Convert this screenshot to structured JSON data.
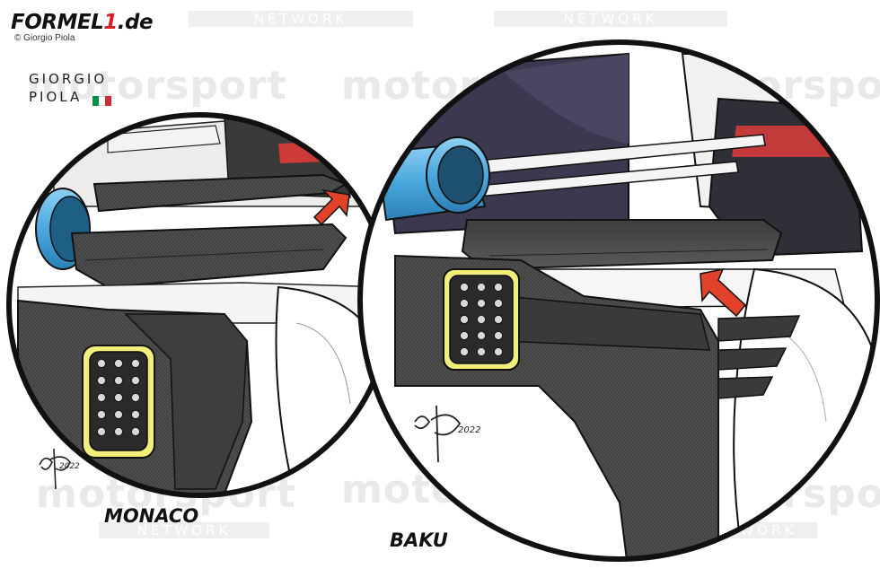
{
  "branding": {
    "brand_text": "FORMEL",
    "brand_digit": "1",
    "brand_suffix": ".de",
    "copyright": "© Giorgio Piola",
    "artist_line1": "GIORGIO",
    "artist_line2": "PIOLA",
    "flag_colors": [
      "#009246",
      "#ffffff",
      "#ce2b37"
    ]
  },
  "watermark": {
    "word": "motorsport",
    "network": "NETWORK"
  },
  "captions": {
    "left": "MONACO",
    "right": "BAKU"
  },
  "signature": {
    "left": "2022",
    "right": "2022"
  },
  "colors": {
    "arrow": "#e2412a",
    "carbon": "#4a4a4a",
    "endplate_highlight": "#f2ee7a",
    "pipe_blue": "#58b4e6",
    "bodywork_purple": "#3b3850"
  }
}
